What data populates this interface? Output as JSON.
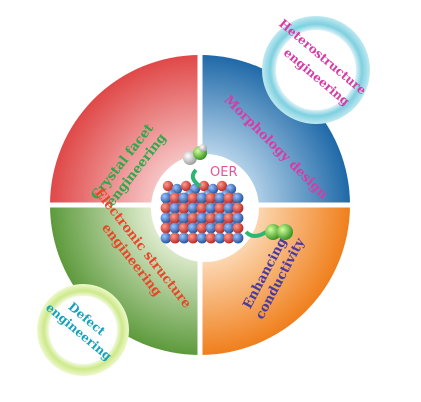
{
  "center": {
    "label": "OER"
  },
  "quadrants": {
    "top_left": {
      "line1": "Crystal facet",
      "line2": "engineering",
      "color": "#2ea84a"
    },
    "top_right": {
      "line1": "Morphology design",
      "color": "#d63ca6"
    },
    "bottom_left": {
      "line1": "Electronic structure",
      "line2": "engineering",
      "color": "#e8472a"
    },
    "bottom_right": {
      "line1": "Enhancing",
      "line2": "conductivity",
      "color": "#4a3aa0"
    }
  },
  "rings": {
    "top_right": {
      "line1": "Heterostructure",
      "line2": "engineering",
      "color": "#d63ca6"
    },
    "bottom_left": {
      "line1": "Defect",
      "line2": "engineering",
      "color": "#16a3b8"
    }
  },
  "colors": {
    "oer": "#e0569a",
    "sphere_red": "#d73a32",
    "sphere_blue": "#2f6fc0",
    "ring_teal": "#8fd6e3",
    "ring_green": "#d9ef9a"
  }
}
